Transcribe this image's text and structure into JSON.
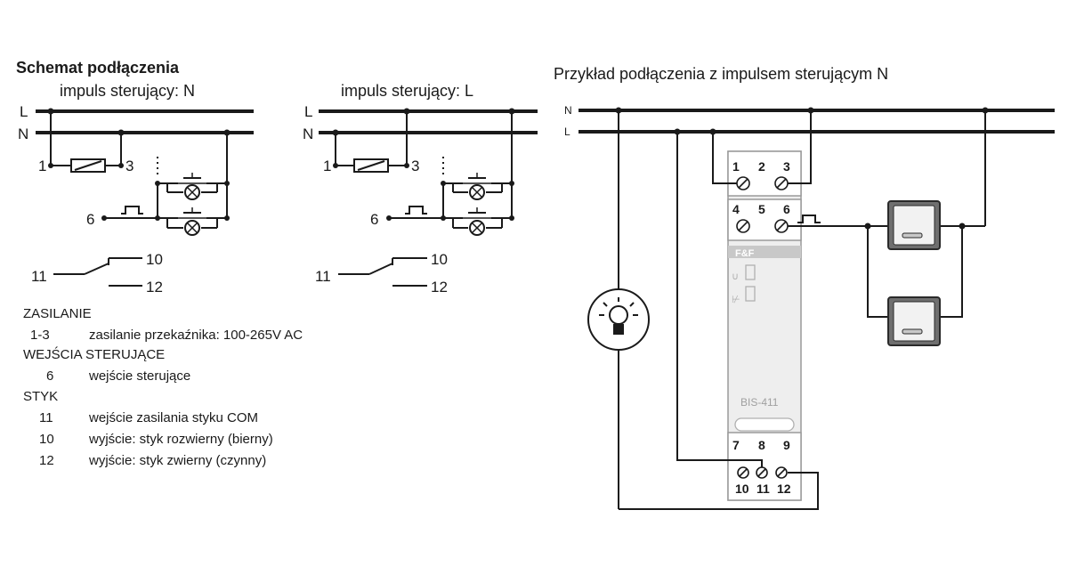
{
  "left_title": "Schemat podłączenia",
  "schematic_n": {
    "subtitle": "impuls sterujący: N",
    "line_top": "L",
    "line_bottom": "N"
  },
  "schematic_l": {
    "subtitle": "impuls sterujący: L",
    "line_top": "L",
    "line_bottom": "N"
  },
  "terminals": {
    "t1": "1",
    "t3": "3",
    "t6": "6",
    "t10": "10",
    "t11": "11",
    "t12": "12"
  },
  "legend": {
    "power_header": "ZASILANIE",
    "power_num": "1-3",
    "power_desc": "zasilanie przekaźnika: 100-265V AC",
    "inputs_header": "WEJŚCIA STERUJĄCE",
    "input_num": "6",
    "input_desc": "wejście sterujące",
    "contact_header": "STYK",
    "c11_num": "11",
    "c11_desc": "wejście zasilania styku COM",
    "c10_num": "10",
    "c10_desc": "wyjście: styk rozwierny (bierny)",
    "c12_num": "12",
    "c12_desc": "wyjście: styk zwierny (czynny)"
  },
  "example": {
    "title": "Przykład podłączenia z impulsem sterującym N",
    "line_top": "N",
    "line_bottom": "L",
    "device_model": "BIS-411",
    "top_row": [
      "1",
      "2",
      "3"
    ],
    "mid_row": [
      "4",
      "5",
      "6"
    ],
    "low_row": [
      "7",
      "8",
      "9"
    ],
    "bottom_row": [
      "10",
      "11",
      "12"
    ]
  },
  "icons": [
    "lamp-icon",
    "pushbutton-icon",
    "neon-lamp-icon",
    "coil-icon",
    "pulse-icon"
  ]
}
